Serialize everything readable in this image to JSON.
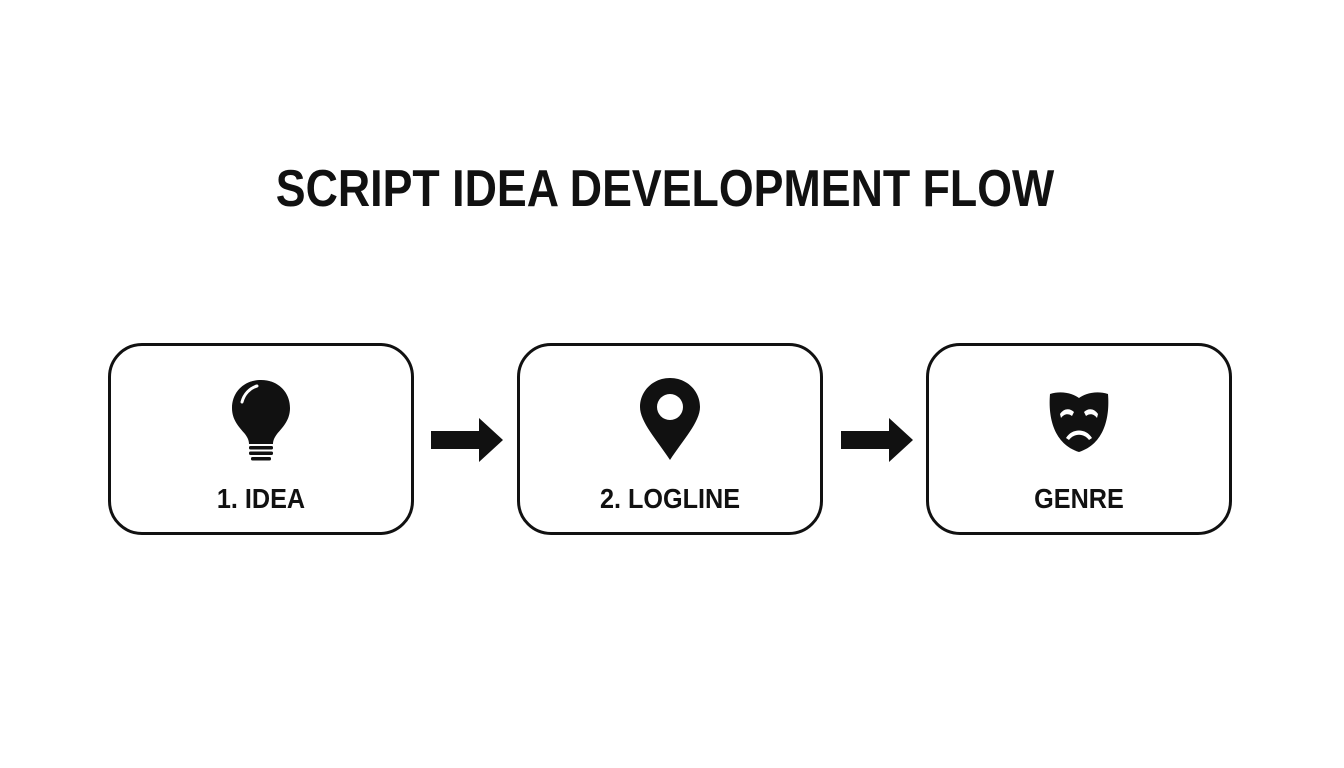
{
  "title": "SCRIPT IDEA DEVELOPMENT FLOW",
  "steps": [
    {
      "label": "1. IDEA",
      "icon": "lightbulb-icon"
    },
    {
      "label": "2. LOGLINE",
      "icon": "map-pin-icon"
    },
    {
      "label": "GENRE",
      "icon": "drama-mask-icon"
    }
  ],
  "colors": {
    "ink": "#111111",
    "background": "#ffffff"
  }
}
